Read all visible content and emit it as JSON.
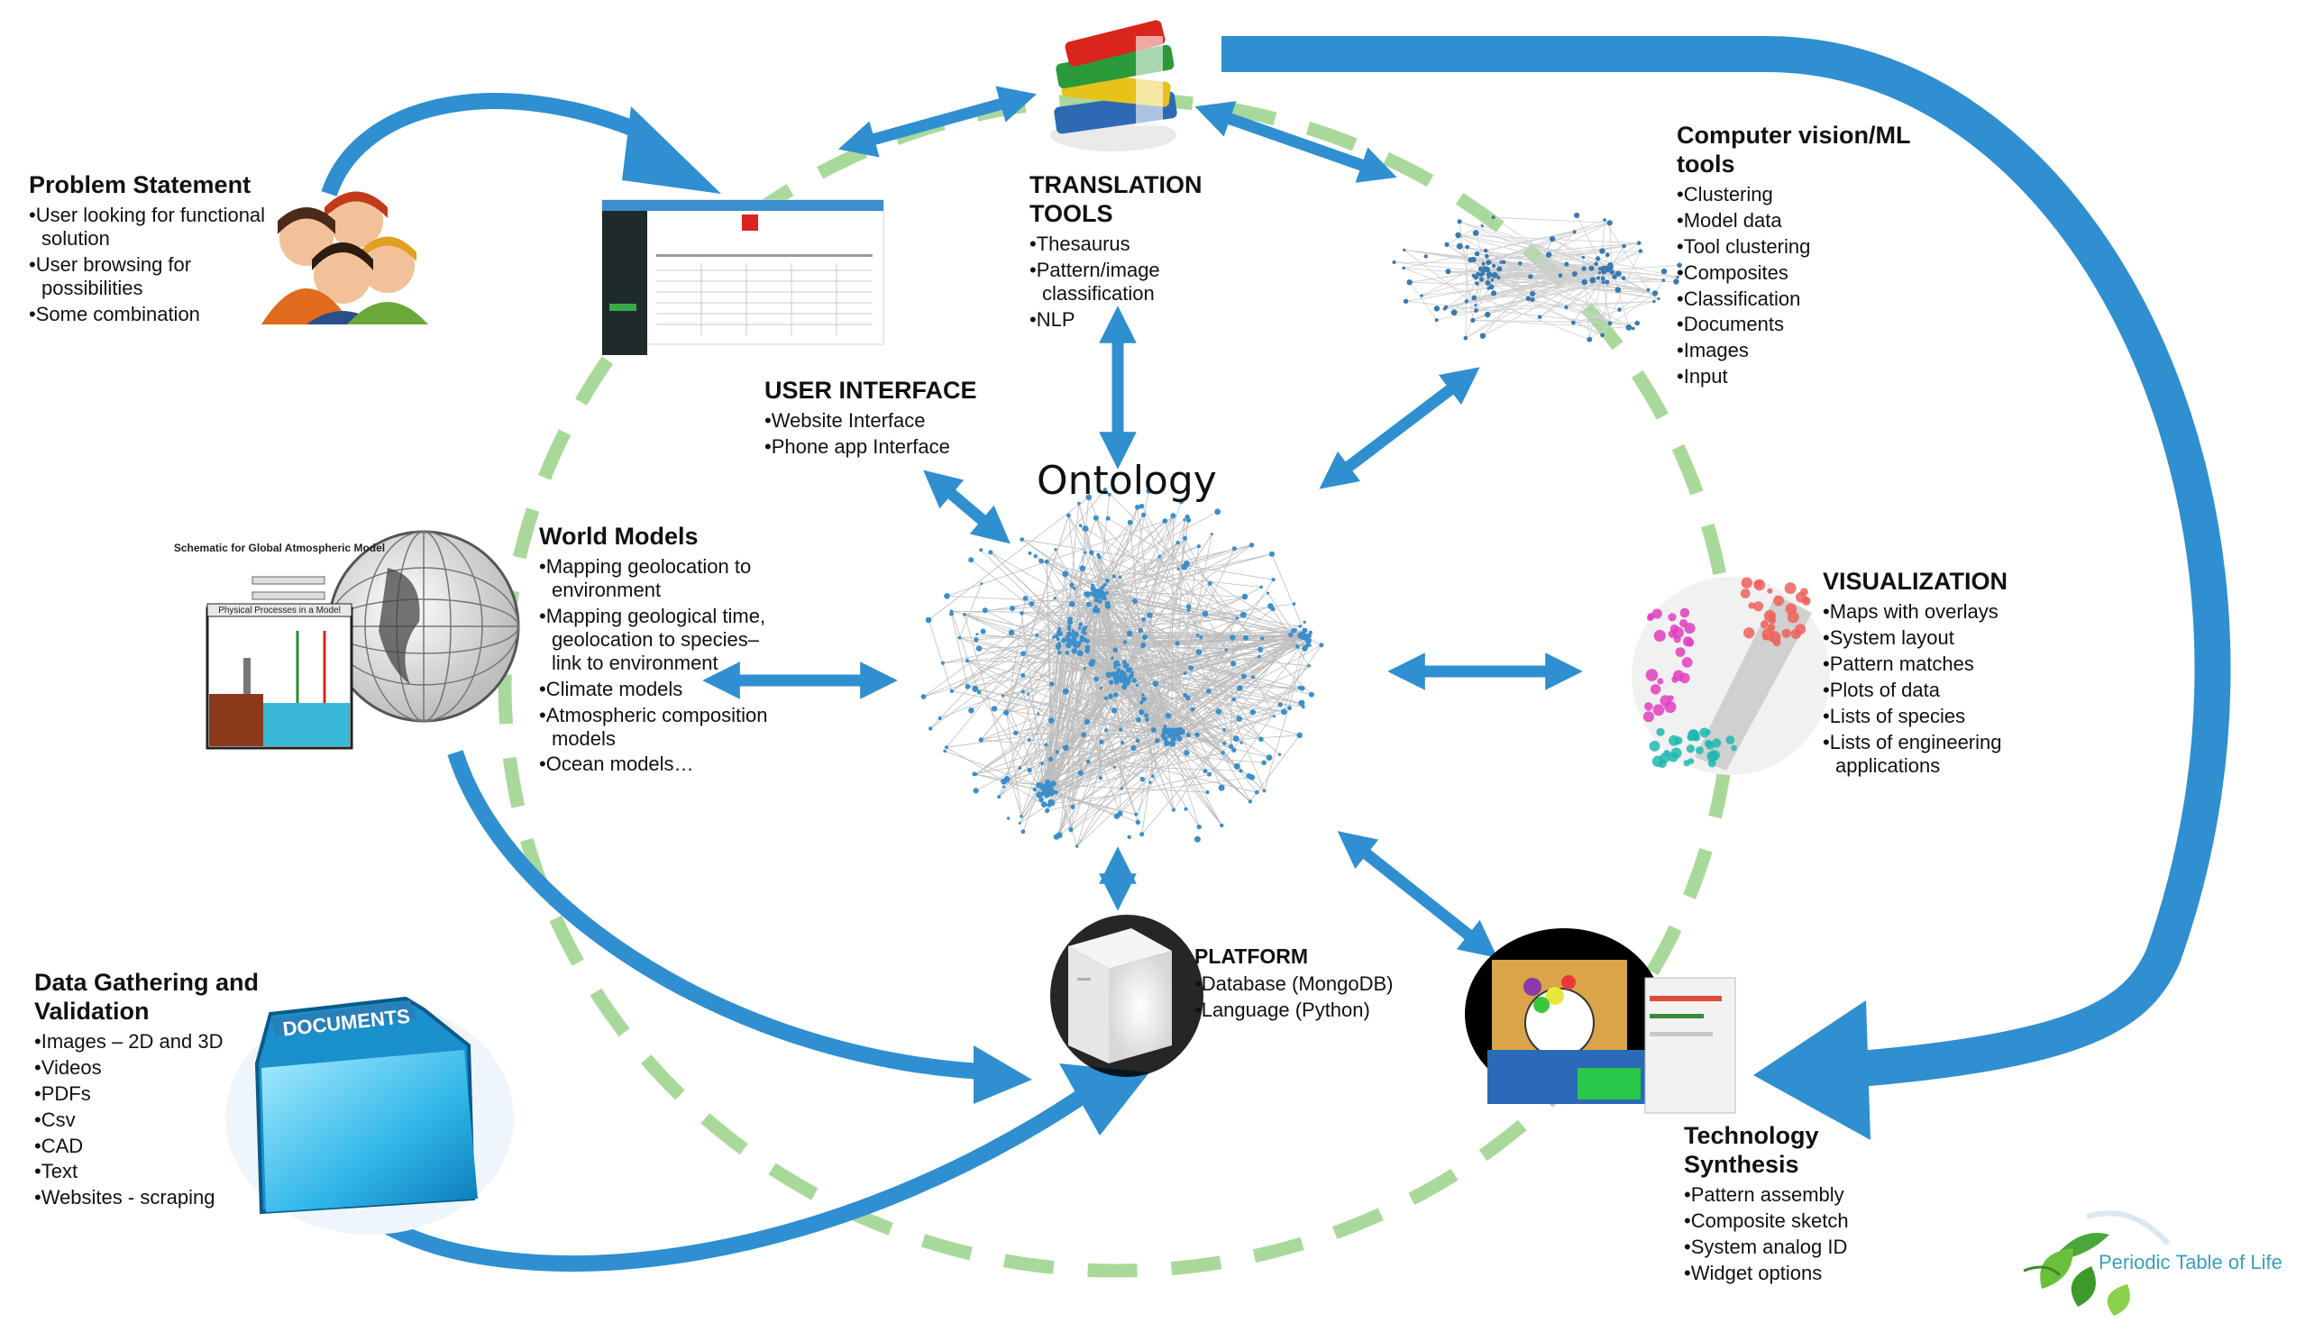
{
  "ontology": {
    "title": "Ontology"
  },
  "problem_statement": {
    "title": "Problem Statement",
    "items": [
      "User looking for functional solution",
      "User browsing for possibilities",
      "Some combination"
    ]
  },
  "user_interface": {
    "title": "USER INTERFACE",
    "items": [
      "Website Interface",
      "Phone app Interface"
    ]
  },
  "translation_tools": {
    "title": "TRANSLATION TOOLS",
    "items": [
      "Thesaurus",
      "Pattern/image classification",
      "NLP"
    ]
  },
  "cv_ml_tools": {
    "title": "Computer vision/ML tools",
    "items": [
      "Clustering",
      "Model data",
      "Tool clustering",
      "Composites",
      "Classification",
      "Documents",
      "Images",
      "Input"
    ]
  },
  "world_models": {
    "title": "World Models",
    "items": [
      "Mapping geolocation to environment",
      "Mapping geological time, geolocation to species– link to environment",
      "Climate models",
      "Atmospheric composition models",
      "Ocean models…"
    ],
    "image_caption": "Schematic for Global Atmospheric Model",
    "inset_caption": "Physical Processes in a Model"
  },
  "visualization": {
    "title": "VISUALIZATION",
    "items": [
      "Maps with overlays",
      "System layout",
      "Pattern matches",
      "Plots of data",
      "Lists of species",
      "Lists of engineering applications"
    ]
  },
  "platform": {
    "title": "PLATFORM",
    "items": [
      "Database (MongoDB)",
      "Language (Python)"
    ]
  },
  "data_gathering": {
    "title": "Data Gathering and Validation",
    "items": [
      "Images – 2D and 3D",
      "Videos",
      "PDFs",
      "Csv",
      "CAD",
      "Text",
      "Websites - scraping"
    ],
    "folder_label": "DOCUMENTS"
  },
  "technology_synthesis": {
    "title": "Technology Synthesis",
    "items": [
      "Pattern assembly",
      "Composite sketch",
      "System analog ID",
      "Widget options"
    ]
  },
  "logo": {
    "text": "Periodic Table of Life"
  },
  "colors": {
    "arrow": "#2f8fd0",
    "dashed_ring": "#a9d99a",
    "node": "#3a8fcc",
    "logo": "#3a9fb8"
  }
}
